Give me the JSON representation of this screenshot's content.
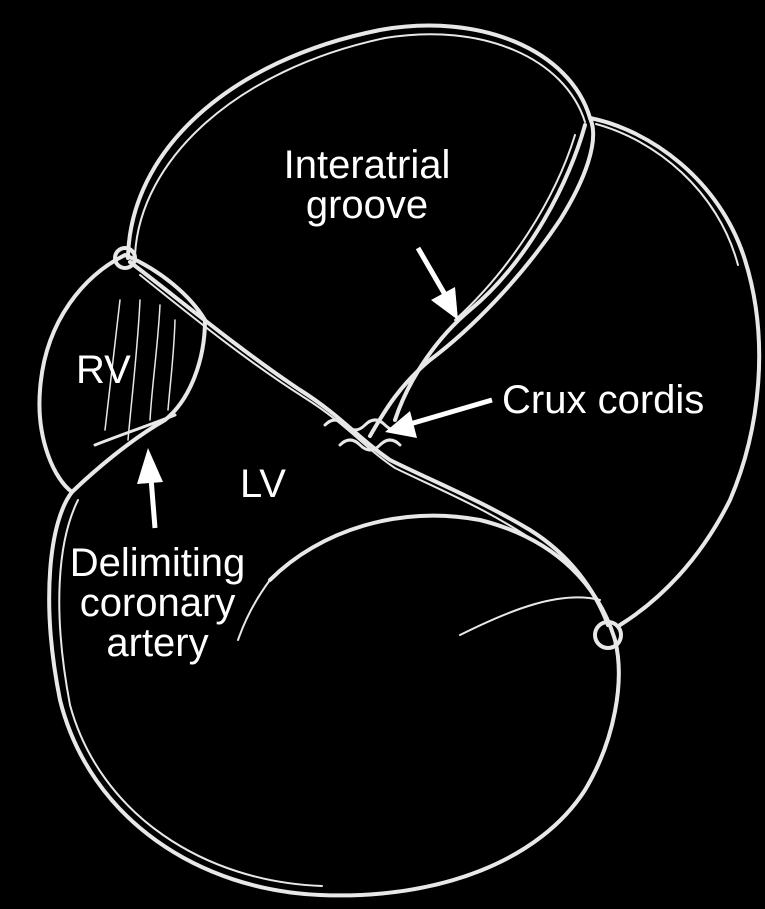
{
  "labels": {
    "interatrial_line1": "Interatrial",
    "interatrial_line2": "groove",
    "crux_cordis": "Crux cordis",
    "rv": "RV",
    "lv": "LV",
    "delimiting_line1": "Delimiting",
    "delimiting_line2": "coronary",
    "delimiting_line3": "artery"
  },
  "colors": {
    "background": "#000000",
    "text": "#ffffff",
    "chalk": "#e8e8e8"
  }
}
